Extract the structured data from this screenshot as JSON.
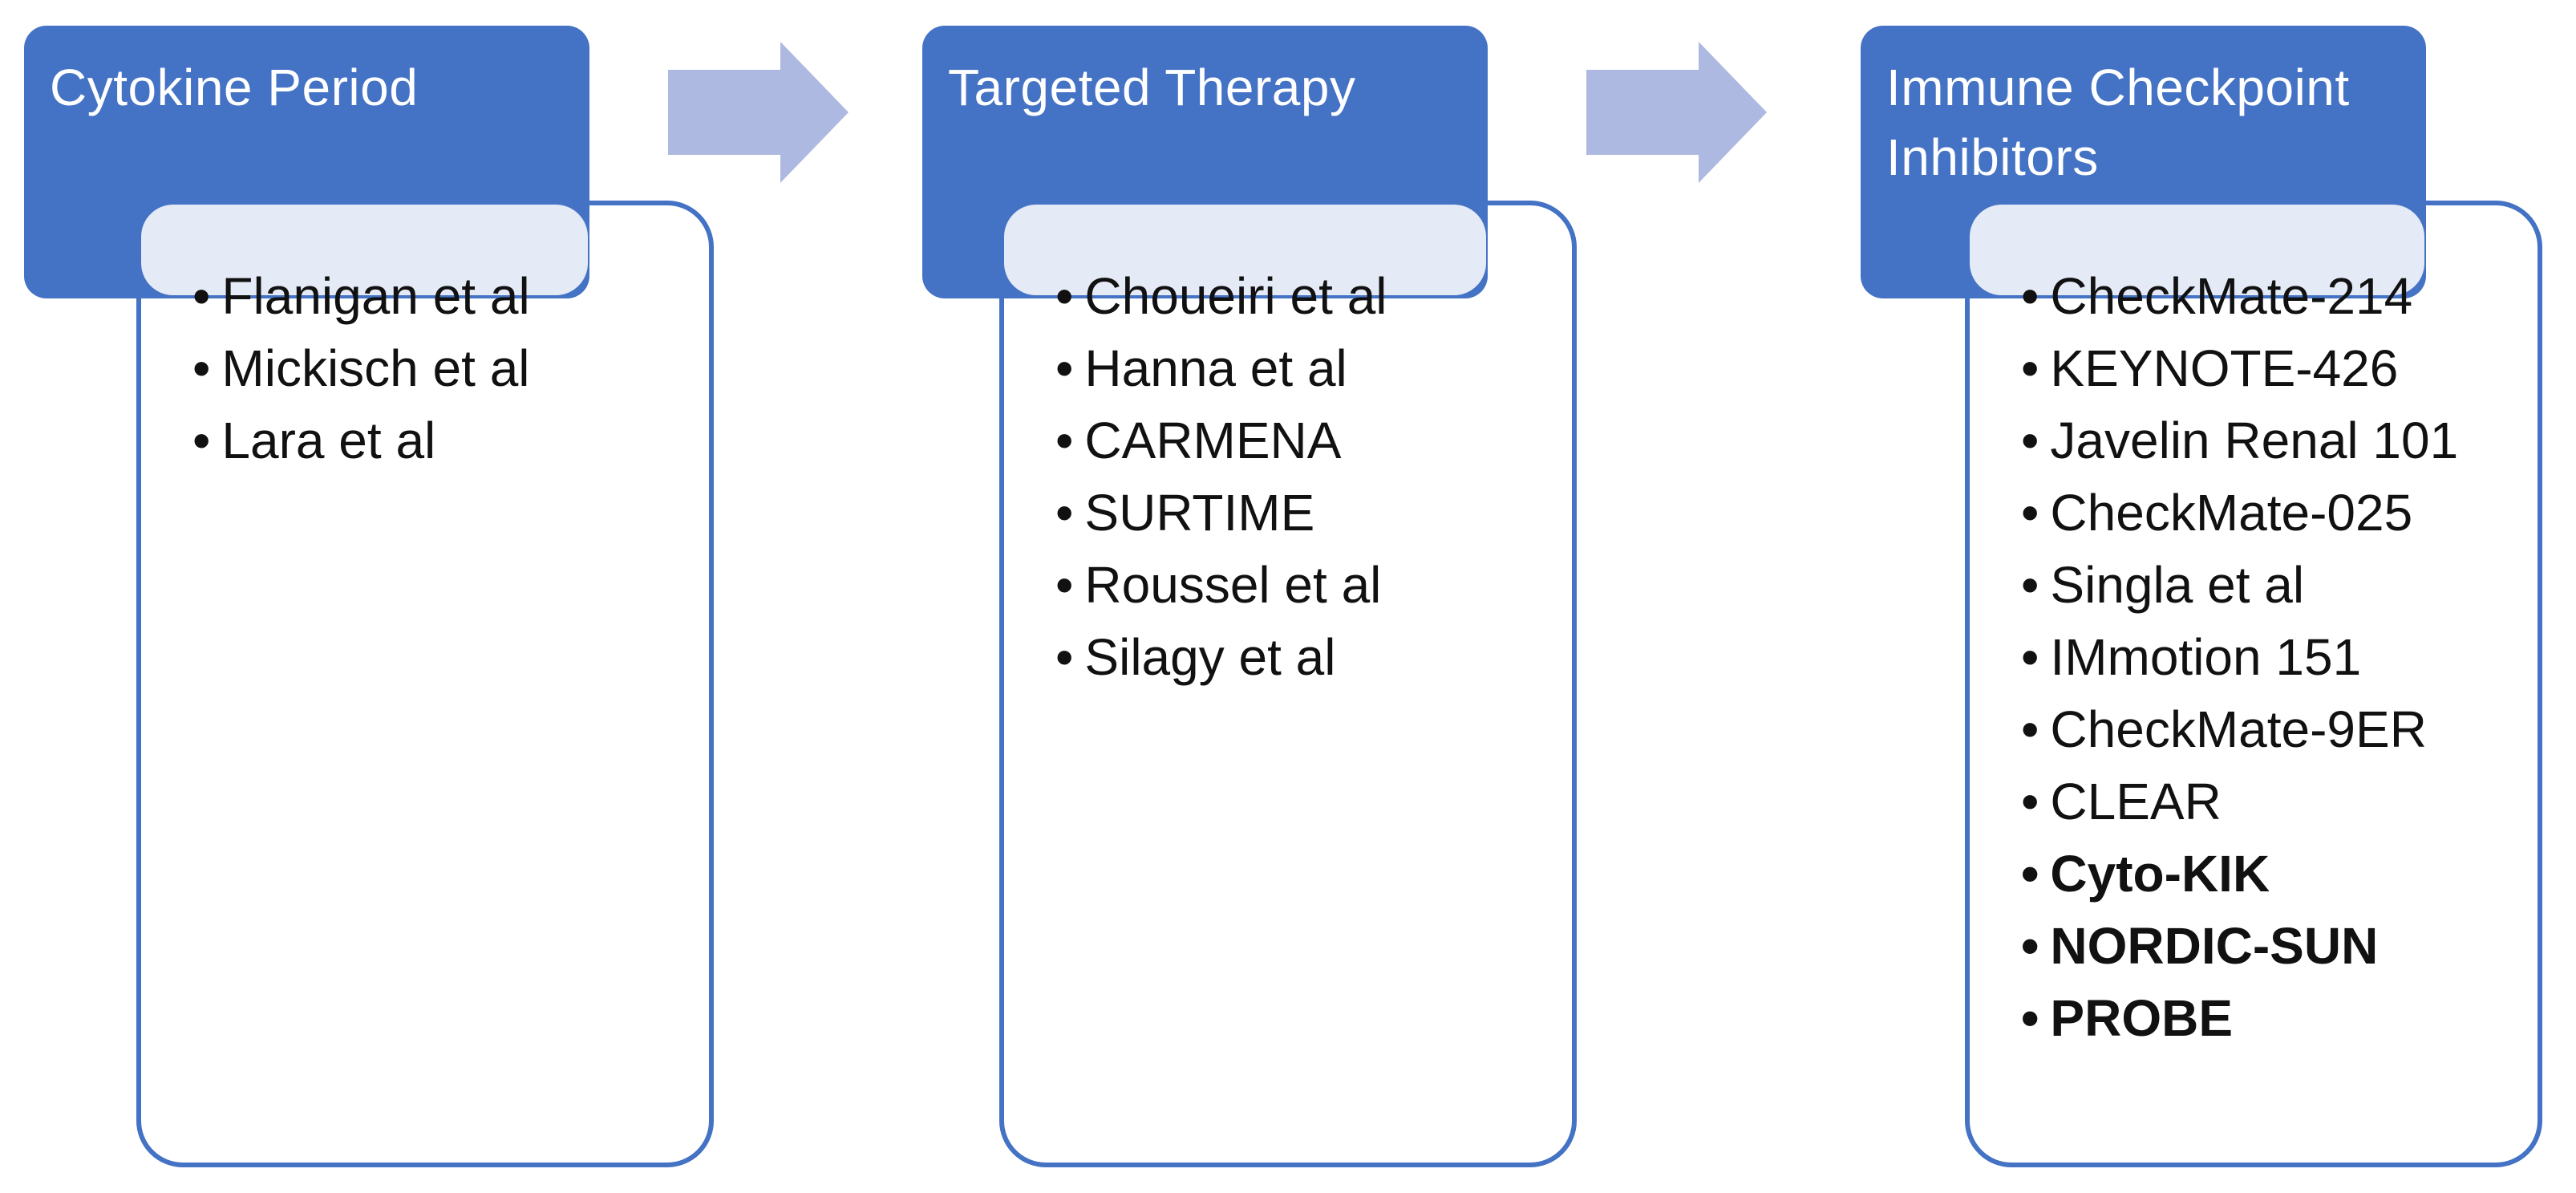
{
  "diagram": {
    "type": "horizontal-process-flow",
    "colors": {
      "accent": "#4472C4",
      "band": "#E5EAF7",
      "arrow": "#AEB9E1",
      "panel": "#FFFFFF",
      "ink": "#111111",
      "header-text": "#FFFFFF",
      "background": "#FFFFFF"
    },
    "bullet": "•",
    "arrow_icon": "right-block-arrow",
    "columns": [
      {
        "title": "Cytokine Period",
        "items": [
          {
            "text": "Flanigan et al",
            "bold": false
          },
          {
            "text": "Mickisch et al",
            "bold": false
          },
          {
            "text": "Lara et al",
            "bold": false
          }
        ]
      },
      {
        "title": "Targeted Therapy",
        "items": [
          {
            "text": "Choueiri et al",
            "bold": false
          },
          {
            "text": "Hanna et al",
            "bold": false
          },
          {
            "text": "CARMENA",
            "bold": false
          },
          {
            "text": "SURTIME",
            "bold": false
          },
          {
            "text": "Roussel et al",
            "bold": false
          },
          {
            "text": "Silagy et al",
            "bold": false
          }
        ]
      },
      {
        "title": "Immune Checkpoint Inhibitors",
        "items": [
          {
            "text": "CheckMate-214",
            "bold": false
          },
          {
            "text": "KEYNOTE-426",
            "bold": false
          },
          {
            "text": "Javelin Renal 101",
            "bold": false
          },
          {
            "text": "CheckMate-025",
            "bold": false
          },
          {
            "text": "Singla et al",
            "bold": false
          },
          {
            "text": "IMmotion 151",
            "bold": false
          },
          {
            "text": "CheckMate-9ER",
            "bold": false
          },
          {
            "text": "CLEAR",
            "bold": false
          },
          {
            "text": "Cyto-KIK",
            "bold": true
          },
          {
            "text": "NORDIC-SUN",
            "bold": true
          },
          {
            "text": "PROBE",
            "bold": true
          }
        ]
      }
    ]
  }
}
